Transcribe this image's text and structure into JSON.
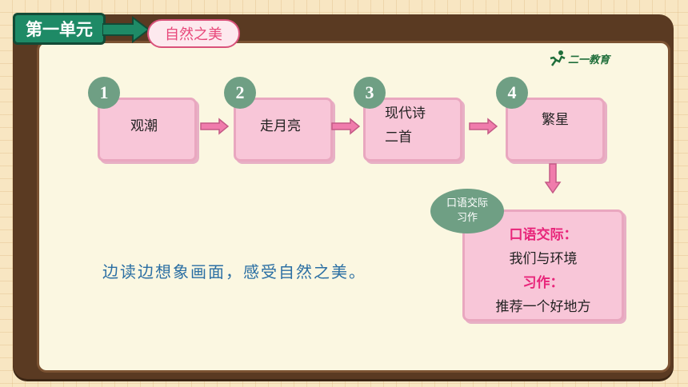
{
  "header": {
    "unit_label": "第一单元",
    "theme_label": "自然之美"
  },
  "logo": {
    "text": "二一教育"
  },
  "steps": [
    {
      "number": "1",
      "line1": "观潮",
      "line2": ""
    },
    {
      "number": "2",
      "line1": "走月亮",
      "line2": ""
    },
    {
      "number": "3",
      "line1": "现代诗",
      "line2": "二首"
    },
    {
      "number": "4",
      "line1": "繁星",
      "line2": ""
    }
  ],
  "oral": {
    "badge_line1": "口语交际",
    "badge_line2": "习作",
    "heading1": "口语交际：",
    "topic1": "我们与环境",
    "heading2": "习作：",
    "topic2": "推荐一个好地方"
  },
  "summary": "边读边想象画面，感受自然之美。",
  "colors": {
    "board": "#5a3a22",
    "card": "#f8c6d8",
    "number_circle": "#6f9f84",
    "accent_pink": "#e8257a",
    "summary_blue": "#2b6fa3",
    "unit_green": "#1e8a66"
  }
}
